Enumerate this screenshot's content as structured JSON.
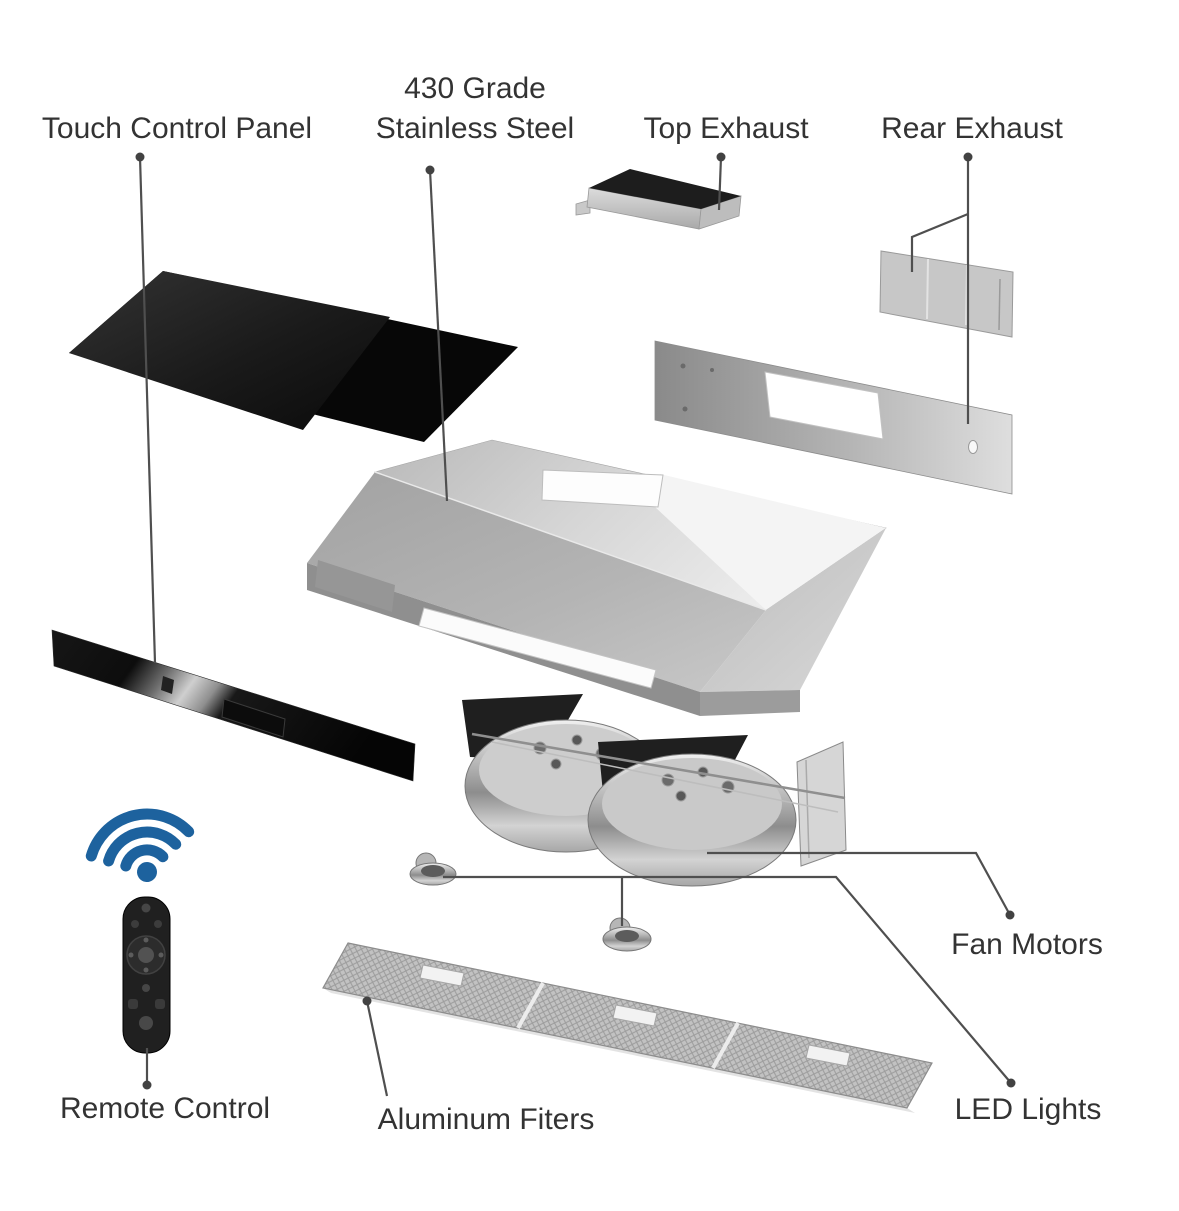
{
  "diagram": {
    "labels": {
      "touch_control_panel": "Touch Control Panel",
      "grade_line1": "430 Grade",
      "grade_line2": "Stainless Steel",
      "top_exhaust": "Top Exhaust",
      "rear_exhaust": "Rear Exhaust",
      "fan_motors": "Fan Motors",
      "led_lights": "LED Lights",
      "aluminum_filters": "Aluminum Fiters",
      "remote_control": "Remote Control"
    },
    "colors": {
      "wifi_blue": "#1d629e",
      "label_text": "#333333",
      "leader_line": "#4f4f4f",
      "leader_dot": "#424242",
      "background": "#ffffff"
    },
    "icons": {
      "wifi": "wifi-icon"
    }
  }
}
